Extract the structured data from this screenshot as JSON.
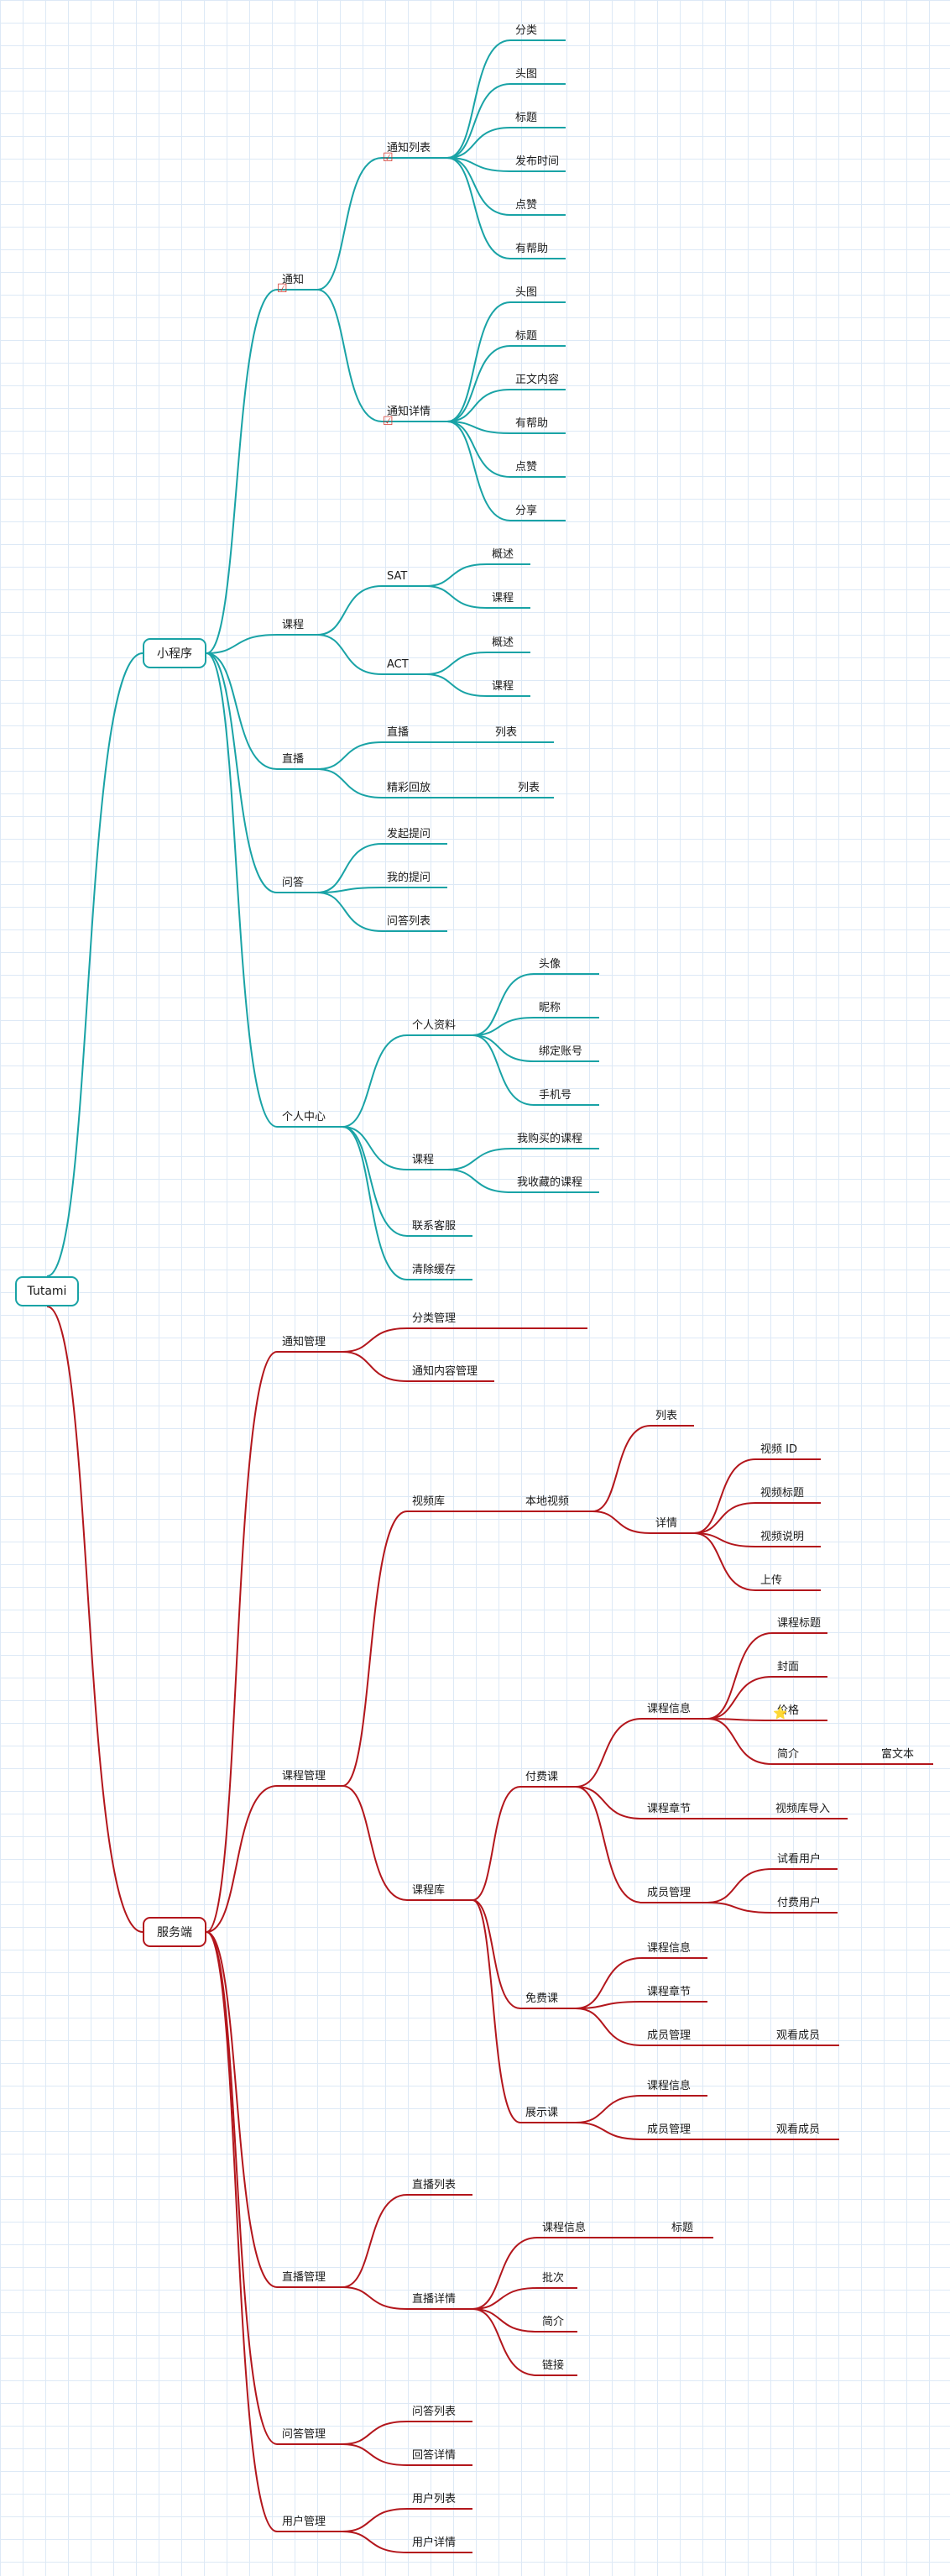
{
  "colors": {
    "miniprogram": "#19a3a6",
    "server": "#b3161c",
    "root": "#19a3a6"
  },
  "root": {
    "label": "Tutami"
  },
  "branches": {
    "miniprogram": "小程序",
    "server": "服务端"
  },
  "mini": {
    "notify": {
      "label": "通知",
      "list": {
        "label": "通知列表",
        "items": [
          "分类",
          "头图",
          "标题",
          "发布时间",
          "点赞",
          "有帮助"
        ]
      },
      "detail": {
        "label": "通知详情",
        "items": [
          "头图",
          "标题",
          "正文内容",
          "有帮助",
          "点赞",
          "分享"
        ]
      }
    },
    "course": {
      "label": "课程",
      "sat": {
        "label": "SAT",
        "items": [
          "概述",
          "课程"
        ]
      },
      "act": {
        "label": "ACT",
        "items": [
          "概述",
          "课程"
        ]
      }
    },
    "live": {
      "label": "直播",
      "live_label": "直播",
      "live_list": "列表",
      "replay_label": "精彩回放",
      "replay_list": "列表"
    },
    "qa": {
      "label": "问答",
      "items": [
        "发起提问",
        "我的提问",
        "问答列表"
      ]
    },
    "me": {
      "label": "个人中心",
      "profile": {
        "label": "个人资料",
        "items": [
          "头像",
          "昵称",
          "绑定账号",
          "手机号"
        ]
      },
      "course": {
        "label": "课程",
        "items": [
          "我购买的课程",
          "我收藏的课程"
        ]
      },
      "service": "联系客服",
      "cache": "清除缓存"
    }
  },
  "srv": {
    "notify_mgmt": {
      "label": "通知管理",
      "items": [
        "分类管理",
        "通知内容管理"
      ]
    },
    "course_mgmt": {
      "label": "课程管理",
      "video_lib": {
        "label": "视频库",
        "local": "本地视频",
        "list": "列表",
        "detail": "详情",
        "detail_items": [
          "视频 ID",
          "视频标题",
          "视频说明",
          "上传"
        ]
      },
      "course_lib": {
        "label": "课程库",
        "paid": {
          "label": "付费课",
          "info": "课程信息",
          "info_items": [
            "课程标题",
            "封面",
            "价格",
            "简介"
          ],
          "rich_text": "富文本",
          "chapter": "课程章节",
          "chapter_import": "视频库导入",
          "member": "成员管理",
          "member_items": [
            "试看用户",
            "付费用户"
          ]
        },
        "free": {
          "label": "免费课",
          "info": "课程信息",
          "chapter": "课程章节",
          "member": "成员管理",
          "member_item": "观看成员"
        },
        "show": {
          "label": "展示课",
          "info": "课程信息",
          "member": "成员管理",
          "member_item": "观看成员"
        }
      }
    },
    "live_mgmt": {
      "label": "直播管理",
      "list": "直播列表",
      "detail": "直播详情",
      "info": "课程信息",
      "info_title": "标题",
      "items": [
        "批次",
        "简介",
        "链接"
      ]
    },
    "qa_mgmt": {
      "label": "问答管理",
      "items": [
        "问答列表",
        "回答详情"
      ]
    },
    "user_mgmt": {
      "label": "用户管理",
      "items": [
        "用户列表",
        "用户详情"
      ]
    }
  }
}
